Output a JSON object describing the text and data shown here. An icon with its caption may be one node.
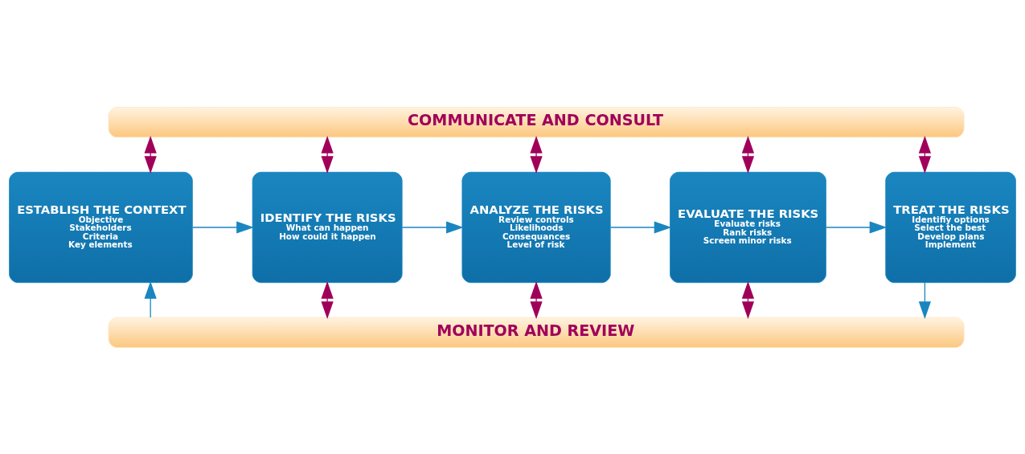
{
  "diagram": {
    "nodes": [
      {
        "text": [
          "COMMUNICATE AND CONSULT"
        ]
      },
      {
        "text": [
          "ESTABLISH THE CONTEXT",
          "Objective",
          "Stakeholders",
          "Criteria",
          "Key elements"
        ]
      },
      {
        "text": [
          "IDENTIFY THE RISKS",
          "What can happen",
          "How could it happen"
        ]
      },
      {
        "text": [
          "ANALYZE THE RISKS",
          "Review controls",
          "Likelihoods",
          "Consequances",
          "Level of risk"
        ]
      },
      {
        "text": [
          "EVALUATE THE RISKS",
          "Evaluate risks",
          "Rank risks",
          "Screen minor risks"
        ]
      },
      {
        "text": [
          "TREAT THE RISKS",
          "Identifiy options",
          "Select the best",
          "Develop plans",
          "Implement"
        ]
      },
      {
        "text": [
          "MONITOR AND REVIEW"
        ]
      }
    ],
    "edges": [
      {
        "from": 0,
        "to": 1,
        "arrow": "both"
      },
      {
        "from": 0,
        "to": 2,
        "arrow": "both"
      },
      {
        "from": 0,
        "to": 3,
        "arrow": "both"
      },
      {
        "from": 0,
        "to": 4,
        "arrow": "both"
      },
      {
        "from": 0,
        "to": 5,
        "arrow": "both"
      },
      {
        "from": 1,
        "to": 2,
        "arrow": "to",
        "color": "#1a86c0"
      },
      {
        "from": 2,
        "to": 3,
        "arrow": "to",
        "color": "#1a86c0"
      },
      {
        "from": 3,
        "to": 4,
        "arrow": "to",
        "color": "#1a86c0"
      },
      {
        "from": 4,
        "to": 5,
        "arrow": "to",
        "color": "#1a86c0"
      },
      {
        "from": 6,
        "to": 1,
        "arrow": "to",
        "color": "#1a86c0"
      },
      {
        "from": 2,
        "to": 6,
        "arrow": "both"
      },
      {
        "from": 3,
        "to": 6,
        "arrow": "both"
      },
      {
        "from": 4,
        "to": 6,
        "arrow": "both"
      },
      {
        "from": 5,
        "to": 6,
        "arrow": "to",
        "color": "#1a86c0"
      }
    ]
  }
}
